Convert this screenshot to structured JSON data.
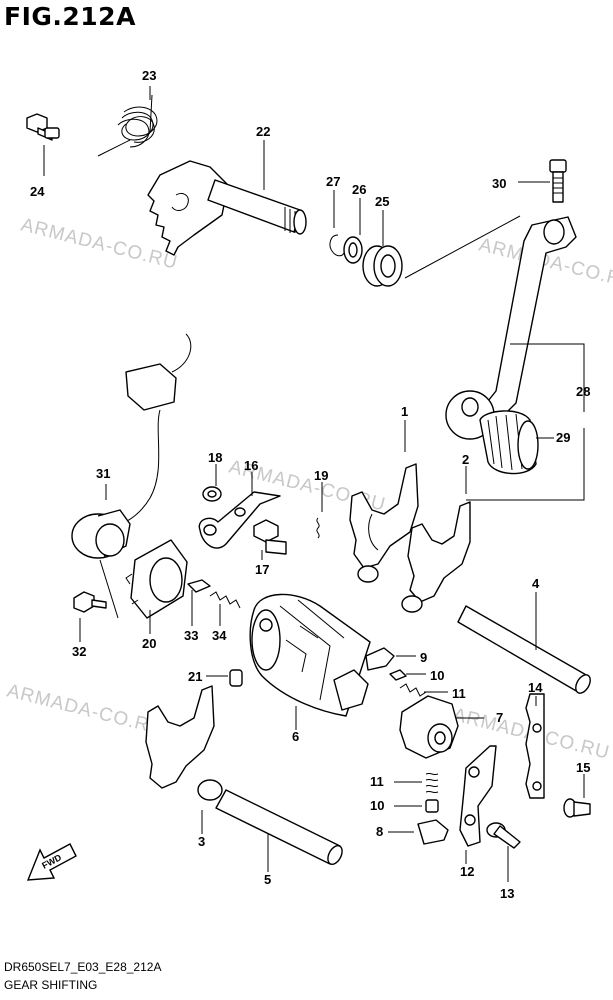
{
  "figure_title": "FIG.212A",
  "watermark": "ARMADA-CO.RU",
  "diagram_code": "DR650SEL7_E03_E28_212A",
  "caption": "GEAR SHIFTING",
  "direction_label": "FWD",
  "callouts": {
    "c1": "1",
    "c2": "2",
    "c3": "3",
    "c4": "4",
    "c5": "5",
    "c6": "6",
    "c7": "7",
    "c8": "8",
    "c9": "9",
    "c10a": "10",
    "c10b": "10",
    "c11a": "11",
    "c11b": "11",
    "c12": "12",
    "c13": "13",
    "c14": "14",
    "c15": "15",
    "c16": "16",
    "c17": "17",
    "c18": "18",
    "c19": "19",
    "c20": "20",
    "c21": "21",
    "c22": "22",
    "c23": "23",
    "c24": "24",
    "c25": "25",
    "c26": "26",
    "c27": "27",
    "c28": "28",
    "c29": "29",
    "c30": "30",
    "c31": "31",
    "c32": "32",
    "c33": "33",
    "c34": "34"
  }
}
